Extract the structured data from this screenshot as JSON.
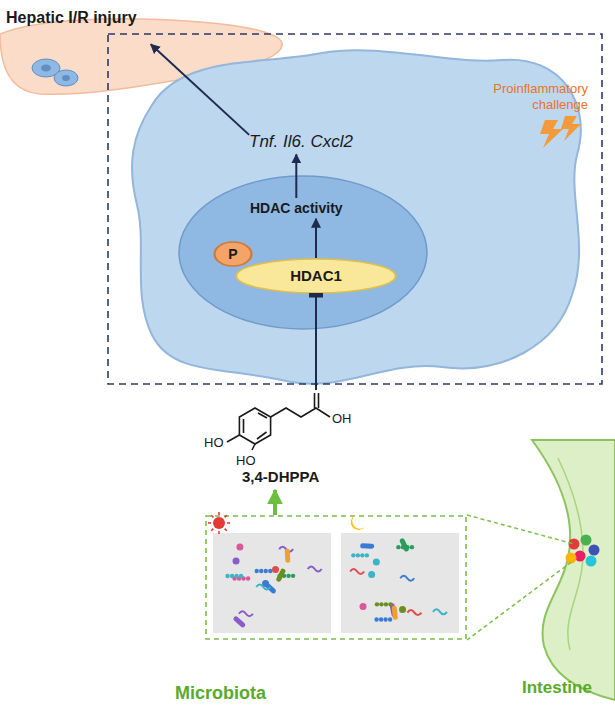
{
  "diagram": {
    "nodes": [
      {
        "text": [
          "Hepatic I/R injury"
        ]
      },
      {
        "text": [
          "Proinflammatory challenge"
        ]
      },
      {
        "text": [
          "Tnf. Il6. Cxcl2"
        ],
        "in": 1
      },
      {
        "text": [],
        "in": 1
      },
      {
        "text": [
          "HDAC activity"
        ],
        "in": 3
      },
      {
        "text": [
          "HDAC1"
        ],
        "in": 3
      },
      {
        "text": [
          "P"
        ],
        "in": 3
      },
      {
        "text": [
          "3,4-DHPPA"
        ]
      },
      {
        "text": [
          "Microbiota"
        ]
      },
      {
        "text": [
          "Intestine"
        ]
      }
    ],
    "edges": [
      {
        "from": 4,
        "to": 2,
        "arrow": "to"
      },
      {
        "from": 2,
        "to": 0,
        "arrow": "to"
      },
      {
        "from": 5,
        "to": 4,
        "arrow": "to"
      },
      {
        "from": 7,
        "to": 5,
        "arrow": "to"
      },
      {
        "from": 8,
        "to": 7,
        "arrow": "to"
      },
      {
        "from": 8,
        "to": 9,
        "arrow": "none"
      }
    ],
    "labels": [
      "HO",
      "HO",
      "OH"
    ]
  }
}
